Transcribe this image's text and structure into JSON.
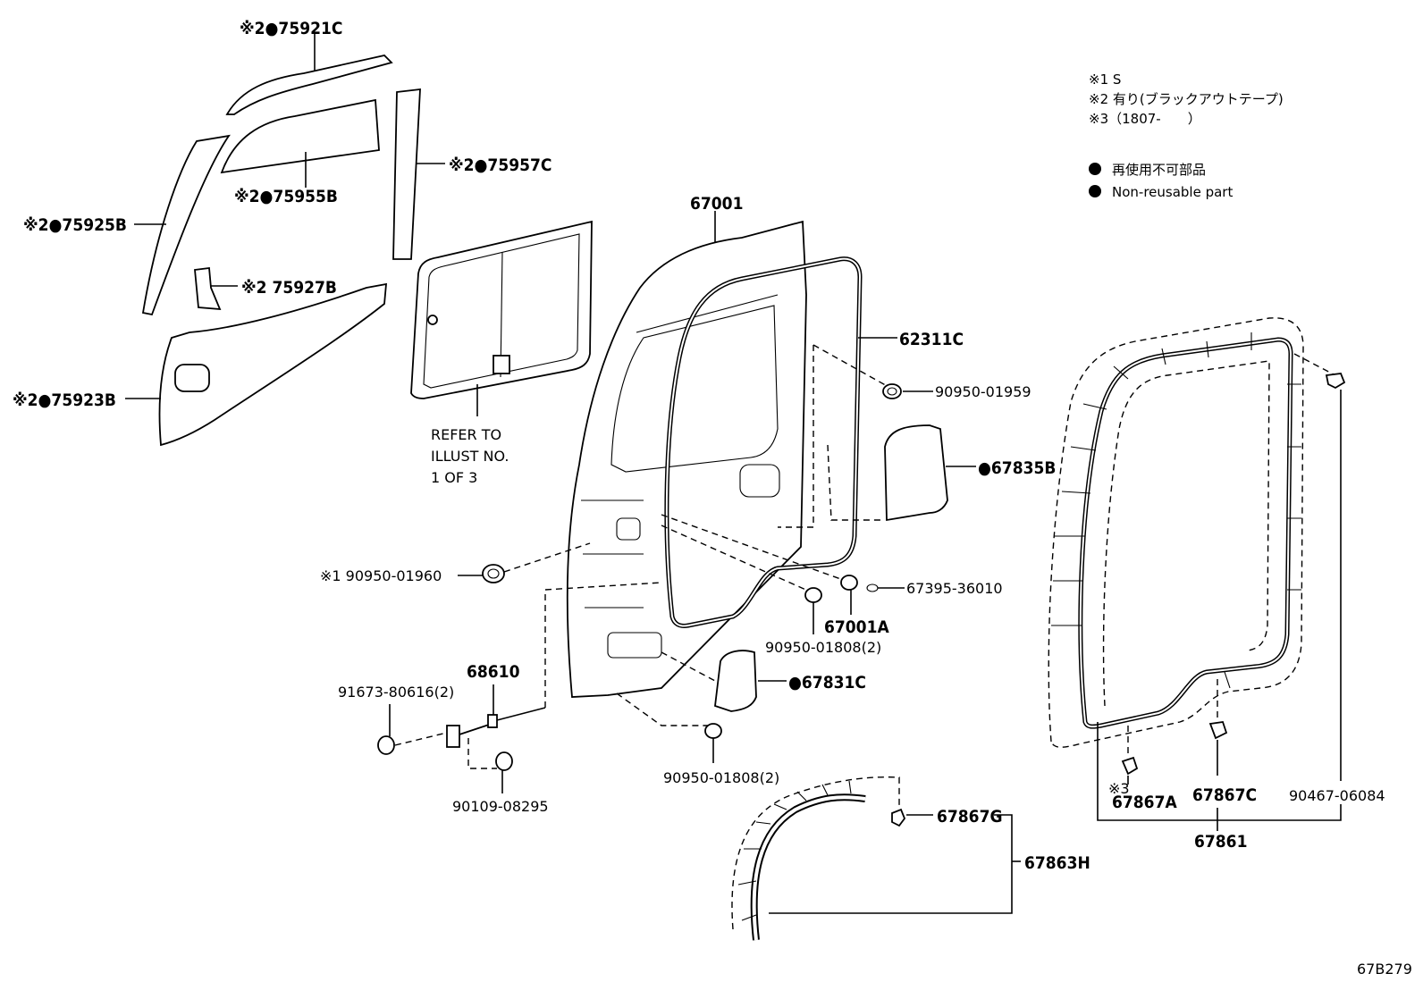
{
  "legend": {
    "note1": "※1 S",
    "note2": "※2 有り(ブラックアウトテープ)",
    "note3": "※3（1807-　　）",
    "nonreusable_jp": "再使用不可部品",
    "nonreusable_en": "Non-reusable part"
  },
  "labels": {
    "p75921C": "※2●75921C",
    "p75957C": "※2●75957C",
    "p75955B": "※2●75955B",
    "p75925B": "※2●75925B",
    "p75927B": "※2 75927B",
    "p75923B": "※2●75923B",
    "refer1": "REFER TO",
    "refer2": "ILLUST NO.",
    "refer3": "1 OF 3",
    "p67001": "67001",
    "p62311C": "62311C",
    "p9095001959": "90950-01959",
    "p67835B": "●67835B",
    "p9095001960": "※1 90950-01960",
    "p6739536010": "67395-36010",
    "p67001A": "67001A",
    "p9095001808a": "90950-01808(2)",
    "p68610": "68610",
    "p9167380616": "91673-80616(2)",
    "p67831C": "●67831C",
    "p9095001808b": "90950-01808(2)",
    "p9010908295": "90109-08295",
    "p67867G": "67867G",
    "p67863H": "67863H",
    "note3mark": "※3",
    "p67867A": "67867A",
    "p67867C": "67867C",
    "p9046706084": "90467-06084",
    "p67861": "67861",
    "code": "67B279"
  }
}
